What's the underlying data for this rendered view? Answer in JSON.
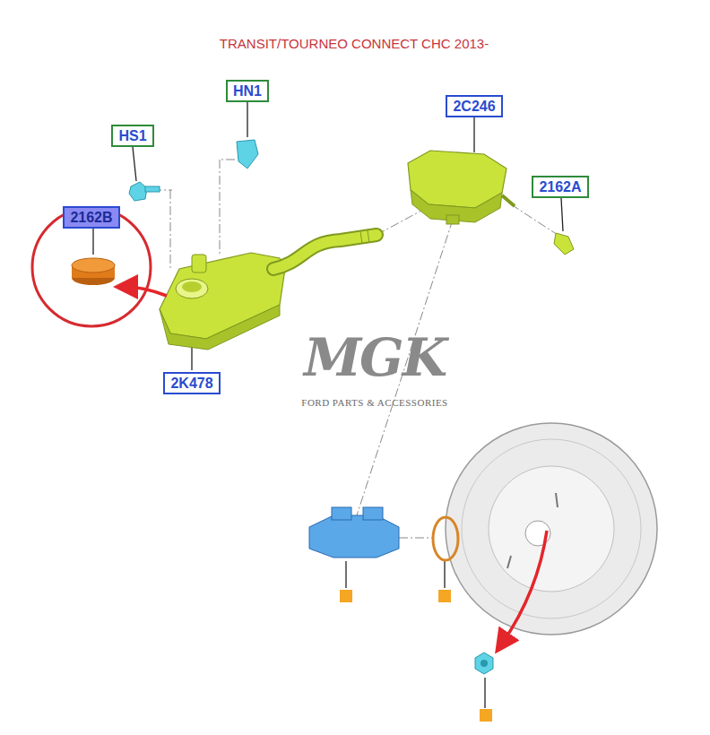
{
  "diagram": {
    "title": "TRANSIT/TOURNEO CONNECT CHC 2013-",
    "nodes": [
      {
        "text": [
          "HN1"
        ]
      },
      {
        "text": [
          "2C246"
        ]
      },
      {
        "text": [
          "HS1"
        ]
      },
      {
        "text": [
          "2162A"
        ]
      },
      {
        "text": [
          "2162B"
        ]
      },
      {
        "text": [
          "2K478"
        ]
      }
    ],
    "labels": [
      "MGK",
      "FORD PARTS & ACCESSORIES"
    ]
  }
}
